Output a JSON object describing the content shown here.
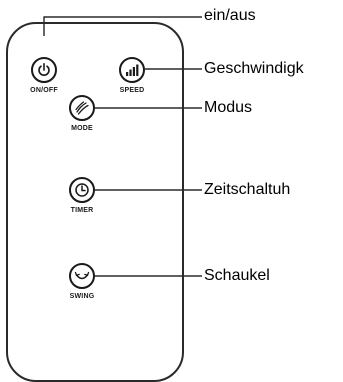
{
  "buttons": {
    "power": {
      "label": "ON/OFF",
      "icon": "power-icon"
    },
    "speed": {
      "label": "SPEED",
      "icon": "signal-bars-icon"
    },
    "mode": {
      "label": "MODE",
      "icon": "wind-icon"
    },
    "timer": {
      "label": "TIMER",
      "icon": "clock-icon"
    },
    "swing": {
      "label": "SWING",
      "icon": "swing-arrow-icon"
    }
  },
  "callouts": {
    "power": "ein/aus",
    "speed": "Geschwindigk",
    "mode": "Modus",
    "timer": "Zeitschaltuh",
    "swing": "Schaukel"
  }
}
